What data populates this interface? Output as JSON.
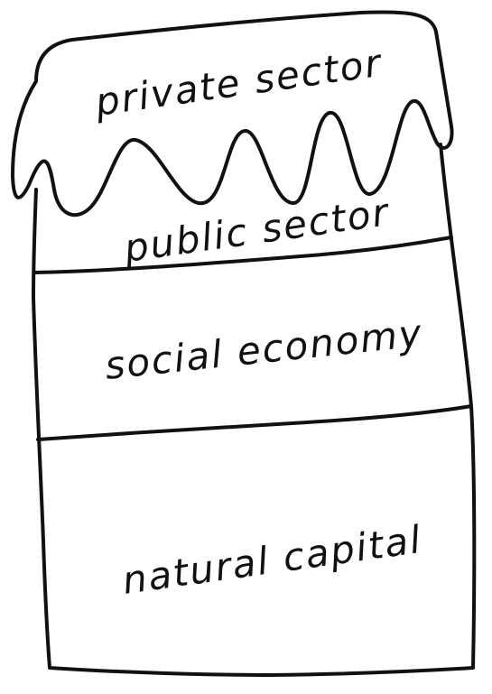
{
  "layers": [
    {
      "id": "private",
      "label": "private sector"
    },
    {
      "id": "public",
      "label": "public sector"
    },
    {
      "id": "social",
      "label": "social economy"
    },
    {
      "id": "natural",
      "label": "natural capital"
    }
  ]
}
